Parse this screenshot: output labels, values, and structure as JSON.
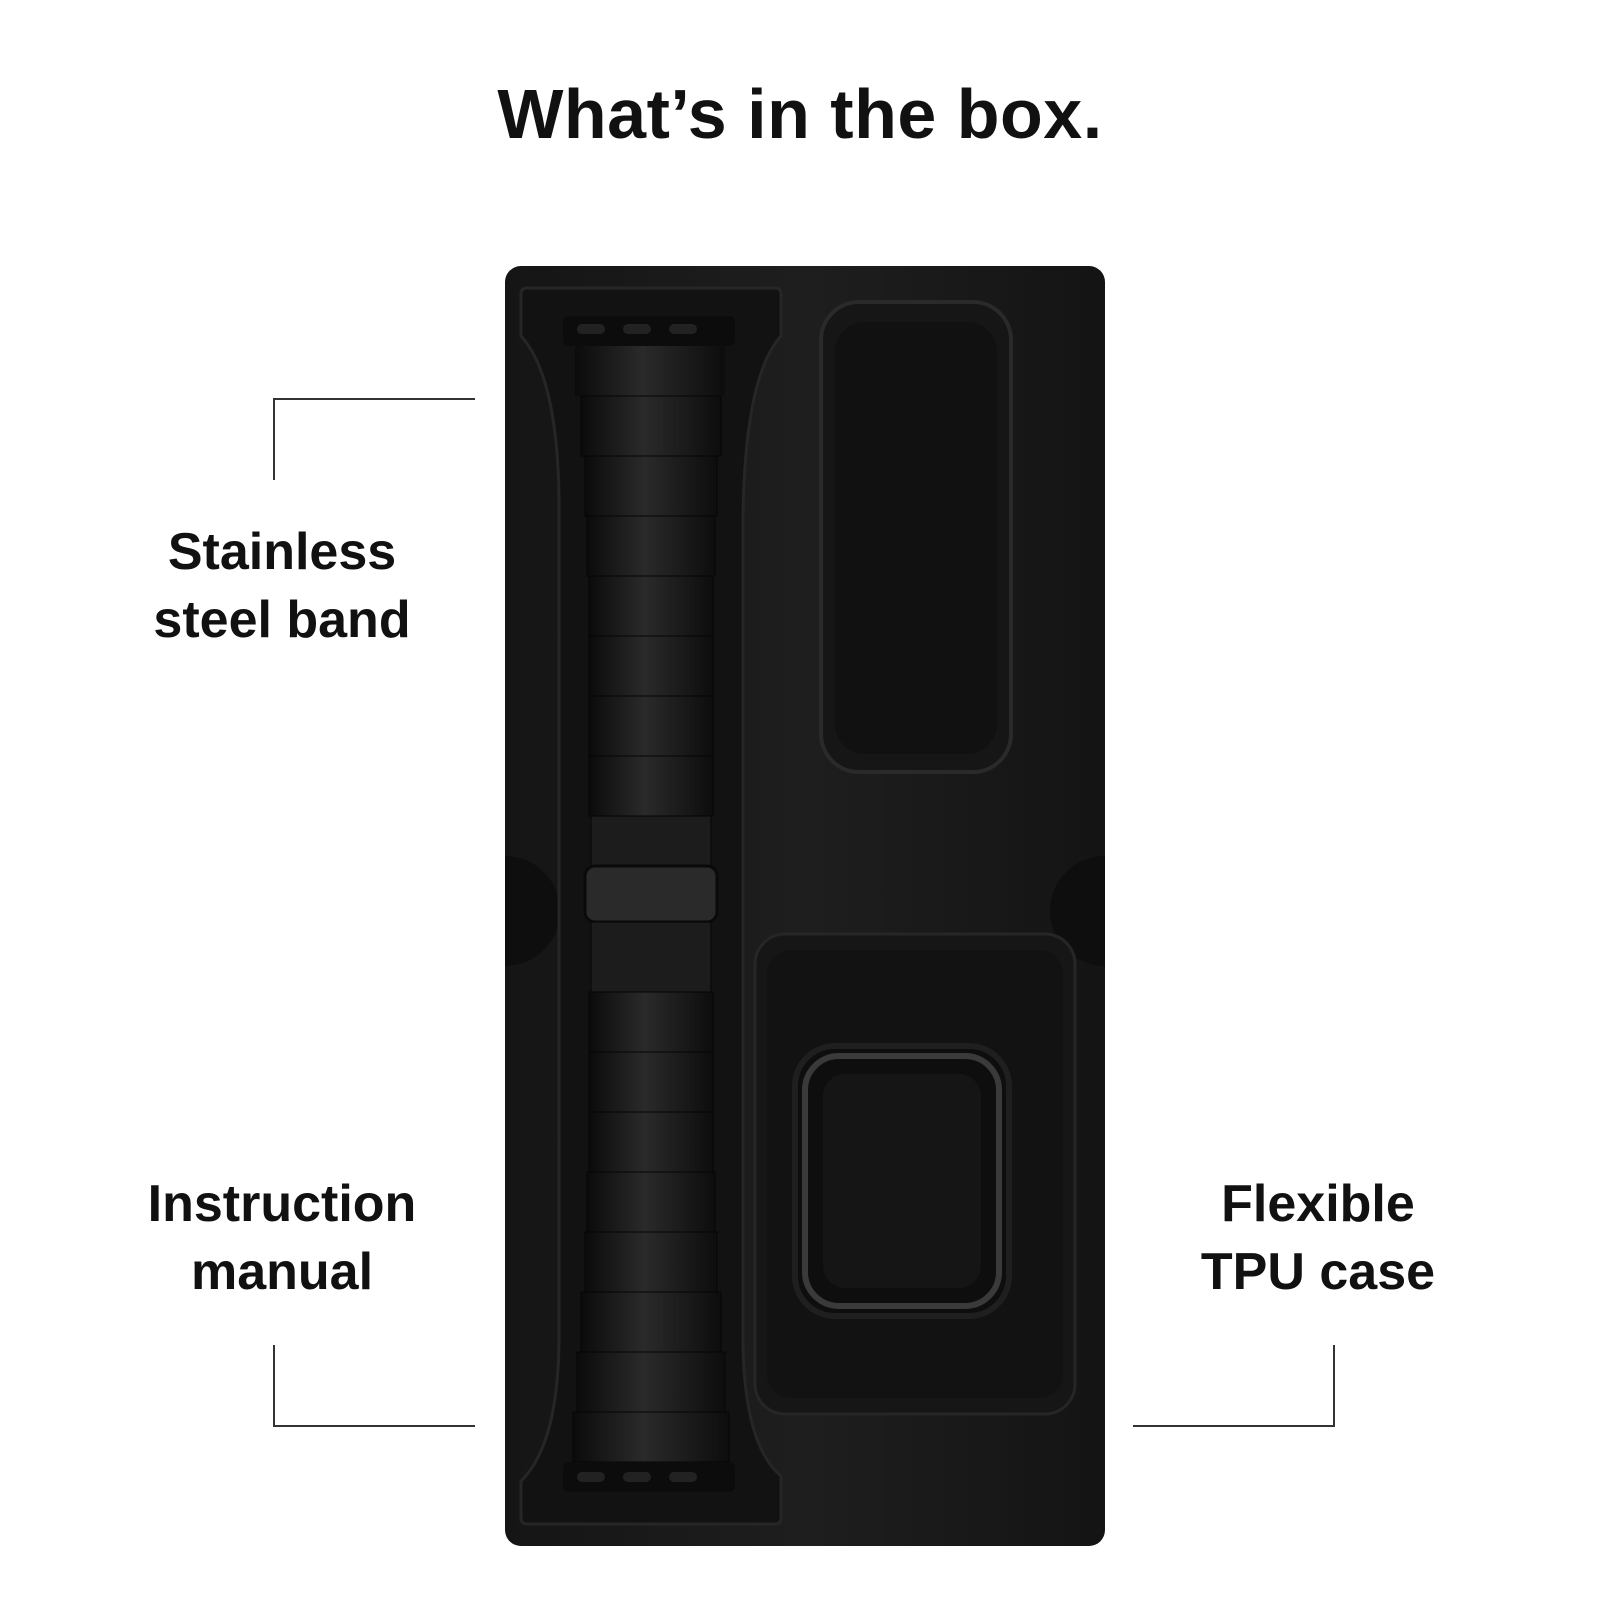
{
  "heading": "What’s in the box.",
  "items": [
    {
      "line1": "Stainless",
      "line2": "steel band"
    },
    {
      "line1": "Instruction",
      "line2": "manual"
    },
    {
      "line1": "Flexible",
      "line2": "TPU case"
    }
  ],
  "colors": {
    "background": "#ffffff",
    "text": "#111111",
    "tray": "#1a1a1a"
  }
}
